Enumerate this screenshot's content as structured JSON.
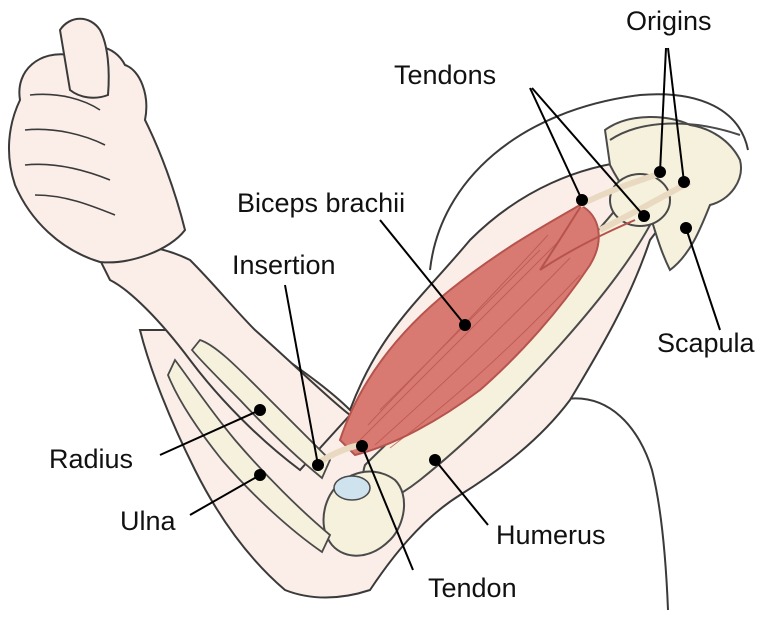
{
  "labels": {
    "origins": "Origins",
    "tendons": "Tendons",
    "biceps": "Biceps brachii",
    "insertion": "Insertion",
    "scapula": "Scapula",
    "radius": "Radius",
    "ulna": "Ulna",
    "humerus": "Humerus",
    "tendon": "Tendon"
  },
  "colors": {
    "skin": "#fbeee8",
    "skin_outline": "#3a3a3a",
    "bone": "#f6f1dc",
    "bone_outline": "#4a4a4a",
    "muscle": "#d97a72",
    "muscle_dark": "#b6534d",
    "cartilage": "#cfe3ee",
    "leader_line": "#000000"
  }
}
